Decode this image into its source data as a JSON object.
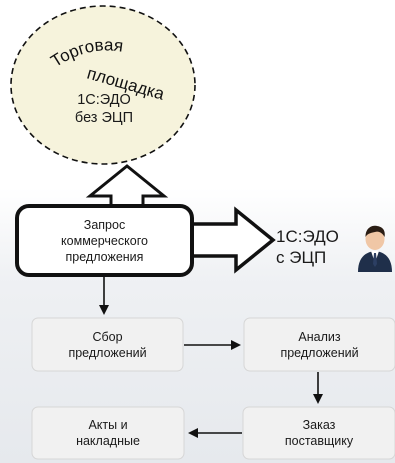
{
  "cloud": {
    "title_line1": "Торговая",
    "title_line2": "площадка",
    "subtitle": "1С:ЭДО\nбез ЭЦП"
  },
  "request": {
    "label": "Запрос\nкоммерческого\nпредложения"
  },
  "edo": {
    "label": "1С:ЭДО\nс ЭЦП",
    "icon": "businessman-icon"
  },
  "steps": {
    "collect": "Сбор\nпредложений",
    "analyze": "Анализ\nпредложений",
    "order": "Заказ\nпоставщику",
    "acts": "Акты и\nнакладные"
  },
  "colors": {
    "box_fill": "#f1f1f1",
    "box_stroke": "#d6d6d6",
    "cloud_fill": "#f6f3dc",
    "background_shade": "#e9ecf0",
    "arrow": "#111111"
  }
}
